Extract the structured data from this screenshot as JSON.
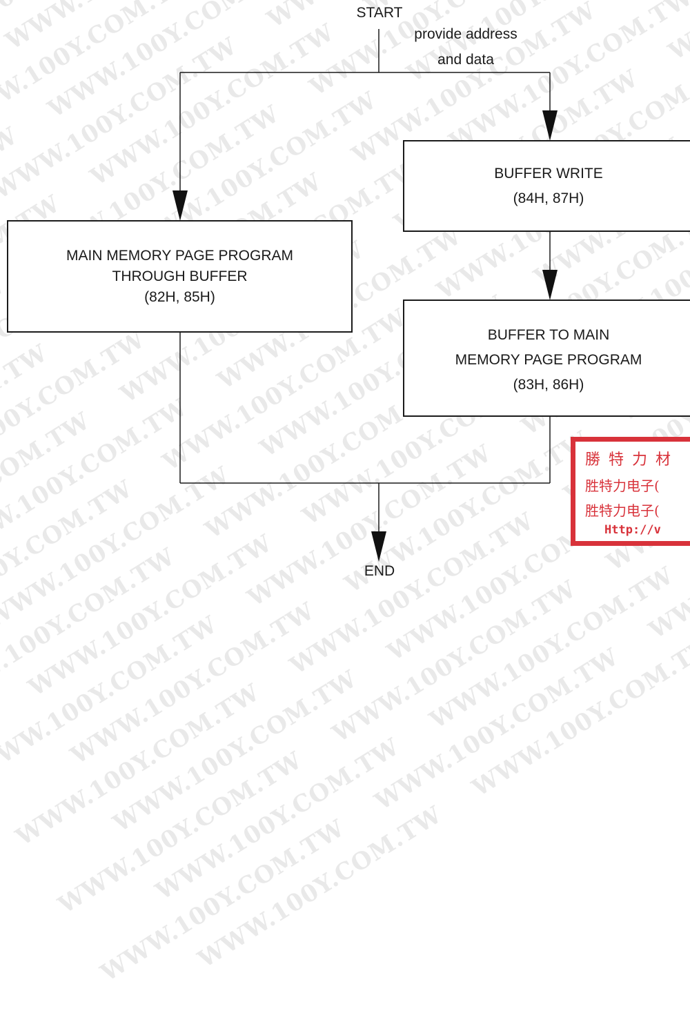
{
  "watermark": {
    "text": "WWW.100Y.COM.TW"
  },
  "flow": {
    "start_label": "START",
    "edge_label_line1": "provide address",
    "edge_label_line2": "and data",
    "main_program": {
      "line1": "MAIN MEMORY PAGE PROGRAM",
      "line2": "THROUGH BUFFER",
      "line3": "(82H, 85H)"
    },
    "buffer_write": {
      "line1": "BUFFER WRITE",
      "line2": "(84H, 87H)"
    },
    "buffer_to_main": {
      "line1": "BUFFER TO MAIN",
      "line2": "MEMORY PAGE PROGRAM",
      "line3": "(83H, 86H)"
    },
    "end_label": "END"
  },
  "stamp": {
    "line1": "勝特力材",
    "line2": "胜特力电子(",
    "line3": "胜特力电子(",
    "line4": "Http://v",
    "color": "#d8323a"
  }
}
